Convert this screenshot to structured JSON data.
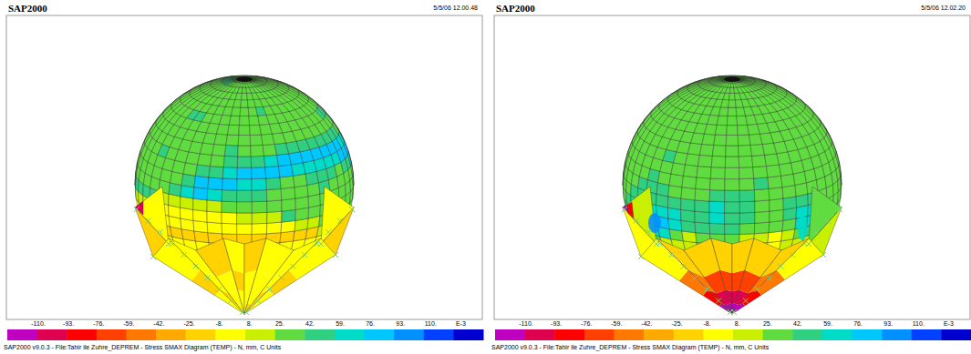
{
  "diagram": {
    "labels": [
      "SAP2000",
      "5/5/06 12.00.48",
      "-110.",
      "-93.",
      "-76.",
      "-59.",
      "-42.",
      "-25.",
      "-8.",
      "8.",
      "25.",
      "42.",
      "59.",
      "76.",
      "93.",
      "110.",
      "E-3",
      "SAP2000 v9.0.3 - File:Tahir ile Zuhre_DEPREM - Stress SMAX Diagram (TEMP) - N, mm, C Units",
      "SAP2000",
      "5/5/06 12.02.20",
      "-110.",
      "-93.",
      "-76.",
      "-59.",
      "-42.",
      "-25.",
      "-8.",
      "8.",
      "25.",
      "42.",
      "59.",
      "76.",
      "93.",
      "110.",
      "E-3",
      "SAP2000 v9.0.3 - File:Tahir ile Zuhre_DEPREM - Stress SMAX Diagram (TEMP) - N, mm, C Units"
    ]
  }
}
